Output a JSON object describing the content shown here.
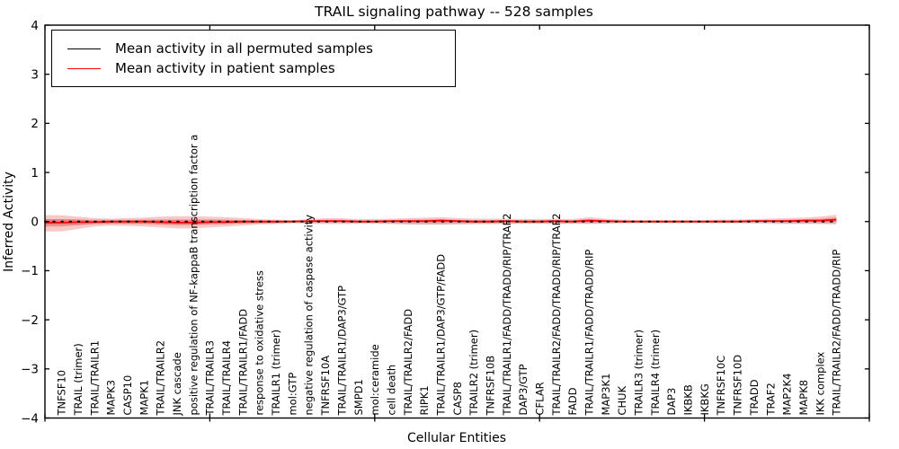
{
  "figure": {
    "title": "TRAIL signaling pathway -- 528 samples",
    "xlabel": "Cellular Entities",
    "ylabel": "Inferred Activity",
    "ytick_labels": [
      "4",
      "3",
      "2",
      "1",
      "0",
      "−1",
      "−2",
      "−3",
      "−4"
    ],
    "colors": {
      "permuted_line": "#000000",
      "patient_line": "#ff0000",
      "patient_band": "rgba(239,58,58,0.28)",
      "patient_band_inner": "rgba(220,30,30,0.33)",
      "permuted_band": "rgba(80,80,80,0.18)",
      "axis": "#000000",
      "background": "#ffffff"
    }
  },
  "legend": {
    "position": "upper left"
  },
  "chart_data": {
    "type": "line",
    "title": "TRAIL signaling pathway -- 528 samples",
    "xlabel": "Cellular Entities",
    "ylabel": "Inferred Activity",
    "ylim": [
      -4,
      4
    ],
    "yticks": [
      4,
      3,
      2,
      1,
      0,
      -1,
      -2,
      -3,
      -4
    ],
    "grid": false,
    "legend_position": "upper left",
    "categories": [
      "TNFSF10",
      "TRAIL (trimer)",
      "TRAIL/TRAILR1",
      "MAPK3",
      "CASP10",
      "MAPK1",
      "TRAIL/TRAILR2",
      "JNK cascade",
      "positive regulation of NF-kappaB transcription factor a",
      "TRAIL/TRAILR3",
      "TRAIL/TRAILR4",
      "TRAIL/TRAILR1/FADD",
      "response to oxidative stress",
      "TRAILR1 (trimer)",
      "mol:GTP",
      "negative regulation of caspase activity",
      "TNFRSF10A",
      "TRAIL/TRAILR1/DAP3/GTP",
      "SMPD1",
      "mol:ceramide",
      "cell death",
      "TRAIL/TRAILR2/FADD",
      "RIPK1",
      "TRAIL/TRAILR1/DAP3/GTP/FADD",
      "CASP8",
      "TRAILR2 (trimer)",
      "TNFRSF10B",
      "TRAIL/TRAILR1/FADD/TRADD/RIP/TRAF2",
      "DAP3/GTP",
      "CFLAR",
      "TRAIL/TRAILR2/FADD/TRADD/RIP/TRAF2",
      "FADD",
      "TRAIL/TRAILR1/FADD/TRADD/RIP",
      "MAP3K1",
      "CHUK",
      "TRAILR3 (trimer)",
      "TRAILR4 (trimer)",
      "DAP3",
      "IKBKB",
      "IKBKG",
      "TNFRSF10C",
      "TNFRSF10D",
      "TRADD",
      "TRAF2",
      "MAP2K4",
      "MAPK8",
      "IKK complex",
      "TRAIL/TRAILR2/FADD/TRADD/RIP"
    ],
    "series": [
      {
        "name": "Mean activity in all permuted samples",
        "color": "#000000",
        "style": "dotted",
        "values": [
          0,
          0,
          0,
          0,
          0,
          0,
          0,
          0,
          0,
          0,
          0,
          0,
          0,
          0,
          0,
          0,
          0,
          0,
          0,
          0,
          0,
          0,
          0,
          0,
          0,
          0,
          0,
          0,
          0,
          0,
          0,
          0,
          0,
          0,
          0,
          0,
          0,
          0,
          0,
          0,
          0,
          0,
          0,
          0,
          0,
          0,
          0,
          0
        ],
        "band_upper": [
          0.05,
          0.05,
          0.04,
          0.04,
          0.04,
          0.04,
          0.04,
          0.04,
          0.04,
          0.04,
          0.04,
          0.03,
          0.03,
          0.03,
          0.03,
          0.03,
          0.03,
          0.03,
          0.03,
          0.03,
          0.03,
          0.03,
          0.03,
          0.03,
          0.03,
          0.03,
          0.03,
          0.03,
          0.03,
          0.03,
          0.03,
          0.03,
          0.03,
          0.03,
          0.03,
          0.03,
          0.03,
          0.03,
          0.03,
          0.03,
          0.03,
          0.03,
          0.03,
          0.03,
          0.03,
          0.03,
          0.03,
          0.04
        ],
        "band_lower": [
          -0.06,
          -0.06,
          -0.05,
          -0.05,
          -0.05,
          -0.05,
          -0.05,
          -0.05,
          -0.05,
          -0.04,
          -0.04,
          -0.04,
          -0.04,
          -0.04,
          -0.03,
          -0.03,
          -0.03,
          -0.03,
          -0.03,
          -0.03,
          -0.04,
          -0.05,
          -0.06,
          -0.06,
          -0.06,
          -0.05,
          -0.04,
          -0.04,
          -0.04,
          -0.04,
          -0.04,
          -0.04,
          -0.04,
          -0.04,
          -0.03,
          -0.03,
          -0.03,
          -0.03,
          -0.03,
          -0.03,
          -0.03,
          -0.03,
          -0.04,
          -0.05,
          -0.05,
          -0.05,
          -0.04,
          -0.04
        ]
      },
      {
        "name": "Mean activity in patient samples",
        "color": "#ff0000",
        "style": "solid",
        "values": [
          -0.02,
          -0.01,
          -0.01,
          0,
          0,
          0,
          -0.01,
          -0.02,
          -0.02,
          -0.01,
          -0.01,
          0,
          0,
          0,
          0,
          0.01,
          0.01,
          0.01,
          0,
          0,
          0.01,
          0.01,
          0.01,
          0.02,
          0.01,
          0,
          0,
          0.01,
          0,
          0,
          0.01,
          0,
          0.02,
          0.01,
          0,
          0,
          0,
          0,
          0,
          0,
          0,
          0,
          0.01,
          0.01,
          0.01,
          0.02,
          0.02,
          0.04
        ],
        "band_upper": [
          0.13,
          0.1,
          0.07,
          0.06,
          0.07,
          0.08,
          0.1,
          0.11,
          0.11,
          0.1,
          0.09,
          0.07,
          0.05,
          0.04,
          0.03,
          0.05,
          0.07,
          0.07,
          0.05,
          0.05,
          0.06,
          0.07,
          0.08,
          0.09,
          0.07,
          0.06,
          0.06,
          0.06,
          0.05,
          0.05,
          0.06,
          0.05,
          0.09,
          0.06,
          0.04,
          0.03,
          0.03,
          0.03,
          0.03,
          0.03,
          0.04,
          0.04,
          0.05,
          0.06,
          0.07,
          0.08,
          0.1,
          0.14
        ],
        "band_lower": [
          -0.2,
          -0.15,
          -0.1,
          -0.08,
          -0.09,
          -0.1,
          -0.12,
          -0.14,
          -0.14,
          -0.12,
          -0.1,
          -0.08,
          -0.06,
          -0.05,
          -0.03,
          -0.04,
          -0.05,
          -0.05,
          -0.04,
          -0.04,
          -0.05,
          -0.06,
          -0.06,
          -0.06,
          -0.05,
          -0.05,
          -0.05,
          -0.05,
          -0.04,
          -0.04,
          -0.05,
          -0.04,
          -0.05,
          -0.04,
          -0.03,
          -0.03,
          -0.03,
          -0.03,
          -0.03,
          -0.03,
          -0.03,
          -0.03,
          -0.03,
          -0.03,
          -0.04,
          -0.04,
          -0.05,
          -0.06
        ]
      }
    ]
  }
}
